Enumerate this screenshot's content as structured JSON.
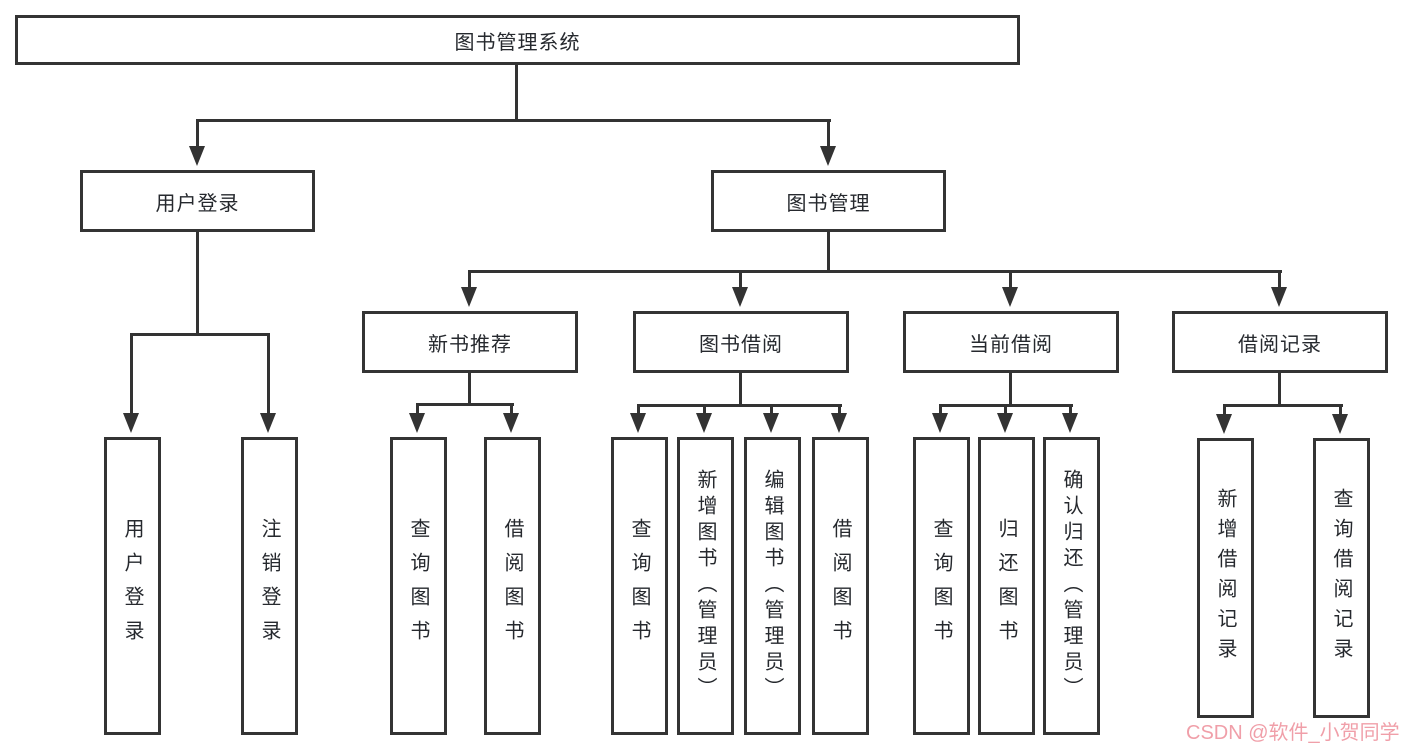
{
  "tree": {
    "root": {
      "label": "图书管理系统"
    },
    "user_login": {
      "label": "用户登录",
      "children": [
        {
          "label": "用户登录"
        },
        {
          "label": "注销登录"
        }
      ]
    },
    "book_mgmt": {
      "label": "图书管理",
      "groups": [
        {
          "label": "新书推荐",
          "children": [
            {
              "label": "查询图书"
            },
            {
              "label": "借阅图书"
            }
          ]
        },
        {
          "label": "图书借阅",
          "children": [
            {
              "label": "查询图书"
            },
            {
              "label": "新增图书（管理员）"
            },
            {
              "label": "编辑图书（管理员）"
            },
            {
              "label": "借阅图书"
            }
          ]
        },
        {
          "label": "当前借阅",
          "children": [
            {
              "label": "查询图书"
            },
            {
              "label": "归还图书"
            },
            {
              "label": "确认归还（管理员）"
            }
          ]
        },
        {
          "label": "借阅记录",
          "children": [
            {
              "label": "新增借阅记录"
            },
            {
              "label": "查询借阅记录"
            }
          ]
        }
      ]
    }
  },
  "watermark": {
    "text": "CSDN @软件_小贺同学",
    "color": "#f09fa9"
  },
  "colors": {
    "line": "#333333",
    "text": "#26292e",
    "background": "#ffffff"
  }
}
